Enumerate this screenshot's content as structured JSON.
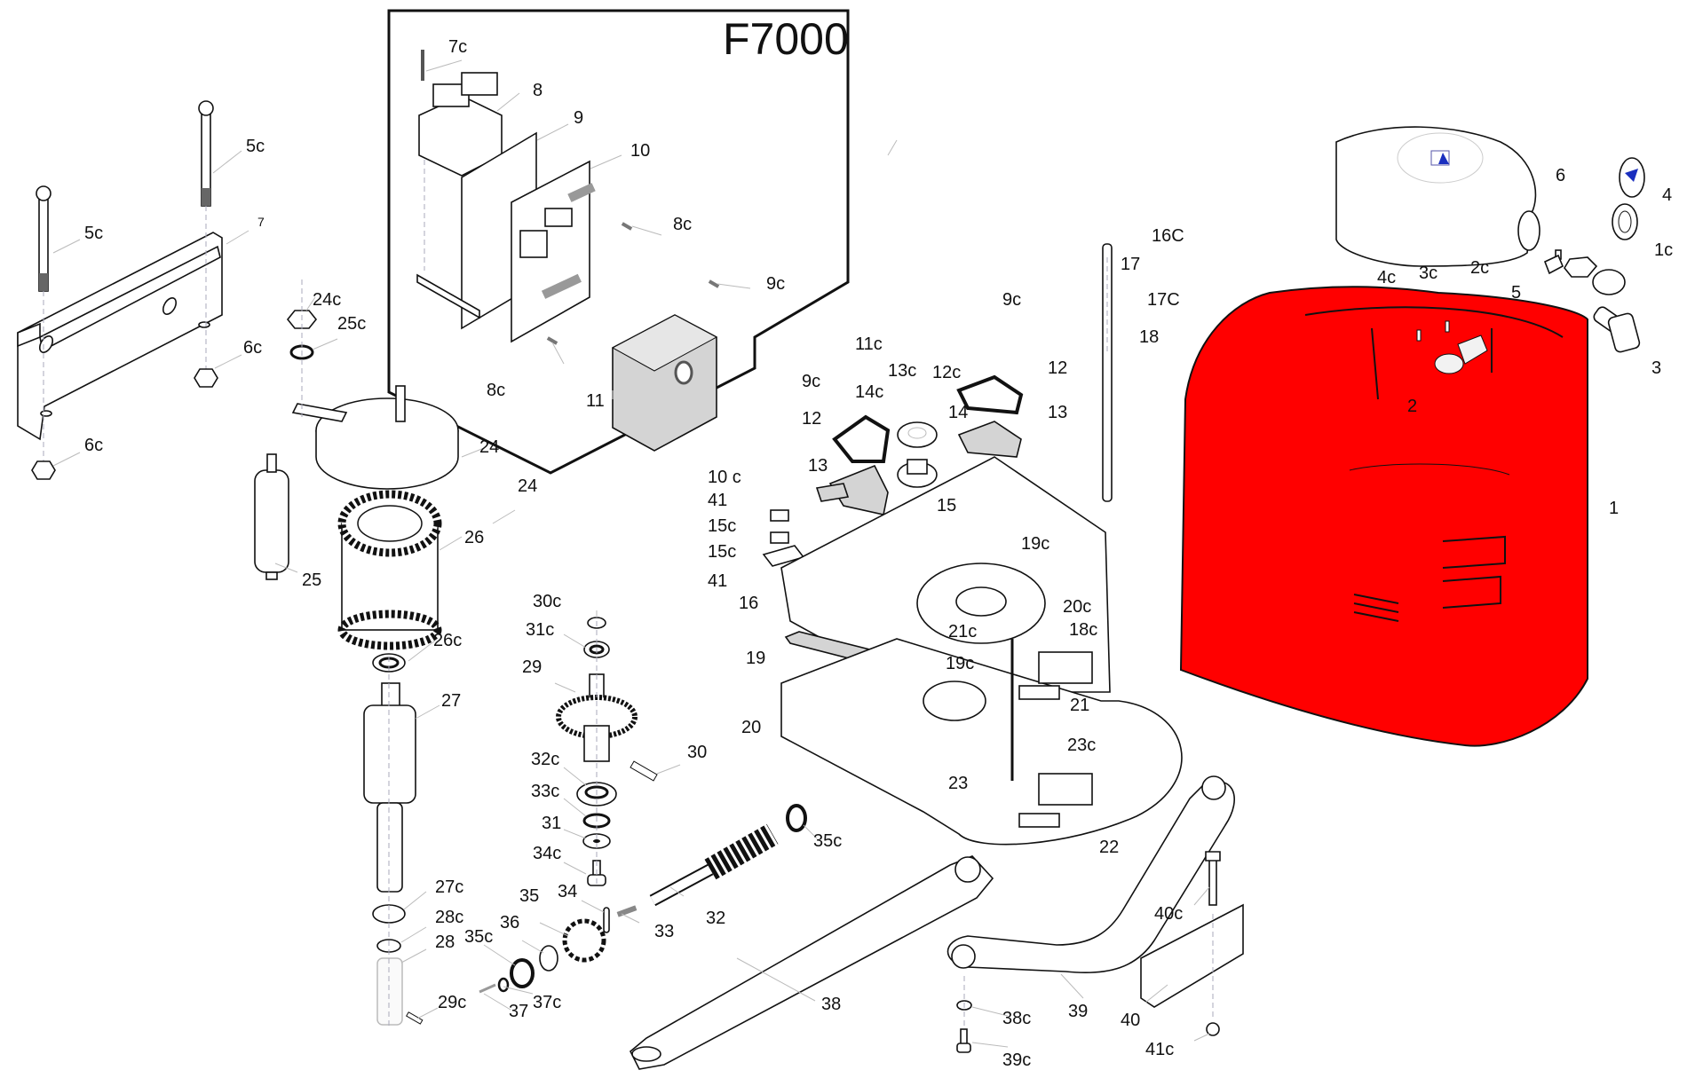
{
  "diagram": {
    "title": "F7000",
    "housing_color": "#ff0000",
    "labels": [
      {
        "id": "7c",
        "text": "7c"
      },
      {
        "id": "8",
        "text": "8"
      },
      {
        "id": "9",
        "text": "9"
      },
      {
        "id": "10",
        "text": "10"
      },
      {
        "id": "8c_a",
        "text": "8c"
      },
      {
        "id": "9c_a",
        "text": "9c"
      },
      {
        "id": "8c_b",
        "text": "8c"
      },
      {
        "id": "11",
        "text": "11"
      },
      {
        "id": "5c_a",
        "text": "5c"
      },
      {
        "id": "5c_b",
        "text": "5c"
      },
      {
        "id": "7",
        "text": "7"
      },
      {
        "id": "6c_a",
        "text": "6c"
      },
      {
        "id": "6c_b",
        "text": "6c"
      },
      {
        "id": "24c",
        "text": "24c"
      },
      {
        "id": "25c",
        "text": "25c"
      },
      {
        "id": "24_a",
        "text": "24"
      },
      {
        "id": "24_b",
        "text": "24"
      },
      {
        "id": "26",
        "text": "26"
      },
      {
        "id": "25",
        "text": "25"
      },
      {
        "id": "26c",
        "text": "26c"
      },
      {
        "id": "27",
        "text": "27"
      },
      {
        "id": "27c",
        "text": "27c"
      },
      {
        "id": "28c",
        "text": "28c"
      },
      {
        "id": "28",
        "text": "28"
      },
      {
        "id": "29c",
        "text": "29c"
      },
      {
        "id": "30c",
        "text": "30c"
      },
      {
        "id": "31c",
        "text": "31c"
      },
      {
        "id": "29",
        "text": "29"
      },
      {
        "id": "30",
        "text": "30"
      },
      {
        "id": "32c",
        "text": "32c"
      },
      {
        "id": "33c",
        "text": "33c"
      },
      {
        "id": "31",
        "text": "31"
      },
      {
        "id": "34c",
        "text": "34c"
      },
      {
        "id": "34",
        "text": "34"
      },
      {
        "id": "35",
        "text": "35"
      },
      {
        "id": "36",
        "text": "36"
      },
      {
        "id": "35c_a",
        "text": "35c"
      },
      {
        "id": "37c",
        "text": "37c"
      },
      {
        "id": "37",
        "text": "37"
      },
      {
        "id": "33",
        "text": "33"
      },
      {
        "id": "32",
        "text": "32"
      },
      {
        "id": "35c_b",
        "text": "35c"
      },
      {
        "id": "38",
        "text": "38"
      },
      {
        "id": "38c",
        "text": "38c"
      },
      {
        "id": "39c",
        "text": "39c"
      },
      {
        "id": "39",
        "text": "39"
      },
      {
        "id": "40c",
        "text": "40c"
      },
      {
        "id": "40",
        "text": "40"
      },
      {
        "id": "41c",
        "text": "41c"
      },
      {
        "id": "9c_b",
        "text": "9c"
      },
      {
        "id": "11c",
        "text": "11c"
      },
      {
        "id": "13c",
        "text": "13c"
      },
      {
        "id": "12c",
        "text": "12c"
      },
      {
        "id": "9c_c",
        "text": "9c"
      },
      {
        "id": "14c",
        "text": "14c"
      },
      {
        "id": "12_a",
        "text": "12"
      },
      {
        "id": "12_b",
        "text": "12"
      },
      {
        "id": "14",
        "text": "14"
      },
      {
        "id": "13_a",
        "text": "13"
      },
      {
        "id": "13_b",
        "text": "13"
      },
      {
        "id": "10c",
        "text": "10 c"
      },
      {
        "id": "41_a",
        "text": "41"
      },
      {
        "id": "15c_a",
        "text": "15c"
      },
      {
        "id": "15c_b",
        "text": "15c"
      },
      {
        "id": "41_b",
        "text": "41"
      },
      {
        "id": "15",
        "text": "15"
      },
      {
        "id": "16",
        "text": "16"
      },
      {
        "id": "19c_a",
        "text": "19c"
      },
      {
        "id": "20c",
        "text": "20c"
      },
      {
        "id": "18c",
        "text": "18c"
      },
      {
        "id": "21c",
        "text": "21c"
      },
      {
        "id": "19",
        "text": "19"
      },
      {
        "id": "19c_b",
        "text": "19c"
      },
      {
        "id": "21",
        "text": "21"
      },
      {
        "id": "20",
        "text": "20"
      },
      {
        "id": "23c",
        "text": "23c"
      },
      {
        "id": "23",
        "text": "23"
      },
      {
        "id": "22",
        "text": "22"
      },
      {
        "id": "16C",
        "text": "16C"
      },
      {
        "id": "17",
        "text": "17"
      },
      {
        "id": "17C",
        "text": "17C"
      },
      {
        "id": "18",
        "text": "18"
      },
      {
        "id": "6",
        "text": "6"
      },
      {
        "id": "4",
        "text": "4"
      },
      {
        "id": "1c",
        "text": "1c"
      },
      {
        "id": "4c",
        "text": "4c"
      },
      {
        "id": "3c",
        "text": "3c"
      },
      {
        "id": "2c",
        "text": "2c"
      },
      {
        "id": "5",
        "text": "5"
      },
      {
        "id": "3",
        "text": "3"
      },
      {
        "id": "2",
        "text": "2"
      },
      {
        "id": "1",
        "text": "1"
      }
    ]
  }
}
